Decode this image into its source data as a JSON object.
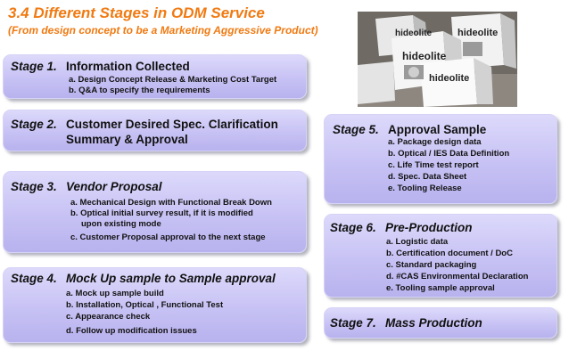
{
  "header": {
    "title": "3.4   Different Stages in ODM Service",
    "subtitle": "(From design concept to be a Marketing Aggressive Product)"
  },
  "photo": {
    "brand": "hideolite"
  },
  "stages": [
    {
      "number": "Stage 1.",
      "title": "Information Collected",
      "items": [
        "a. Design Concept Release & Marketing Cost Target",
        "b. Q&A to specify the requirements"
      ]
    },
    {
      "number": "Stage 2.",
      "title_lines": [
        "Customer Desired Spec. Clarification",
        "Summary & Approval"
      ]
    },
    {
      "number": "Stage 3.",
      "title": "Vendor Proposal",
      "items": [
        "a. Mechanical Design with Functional Break Down",
        "b. Optical initial survey result, if it is modified",
        "upon existing mode",
        "c. Customer Proposal approval to the next stage"
      ]
    },
    {
      "number": "Stage 4.",
      "title": "Mock Up sample to Sample approval",
      "items": [
        "a. Mock up sample build",
        "b. Installation, Optical , Functional Test",
        "c. Appearance check",
        "d. Follow up modification issues"
      ]
    },
    {
      "number": "Stage 5.",
      "title": "Approval Sample",
      "items": [
        "a. Package design data",
        "b. Optical / IES Data Definition",
        "c. Life Time test report",
        "d. Spec. Data Sheet",
        "e. Tooling Release"
      ]
    },
    {
      "number": "Stage 6.",
      "title": "Pre-Production",
      "items": [
        "a. Logistic data",
        "b. Certification document / DoC",
        "c. Standard packaging",
        "d. #CAS Environmental Declaration",
        "e. Tooling sample approval"
      ]
    },
    {
      "number": "Stage 7.",
      "title": "Mass Production"
    }
  ],
  "colors": {
    "accent": "#f07a12",
    "box_fill": "#c7c2f4"
  }
}
